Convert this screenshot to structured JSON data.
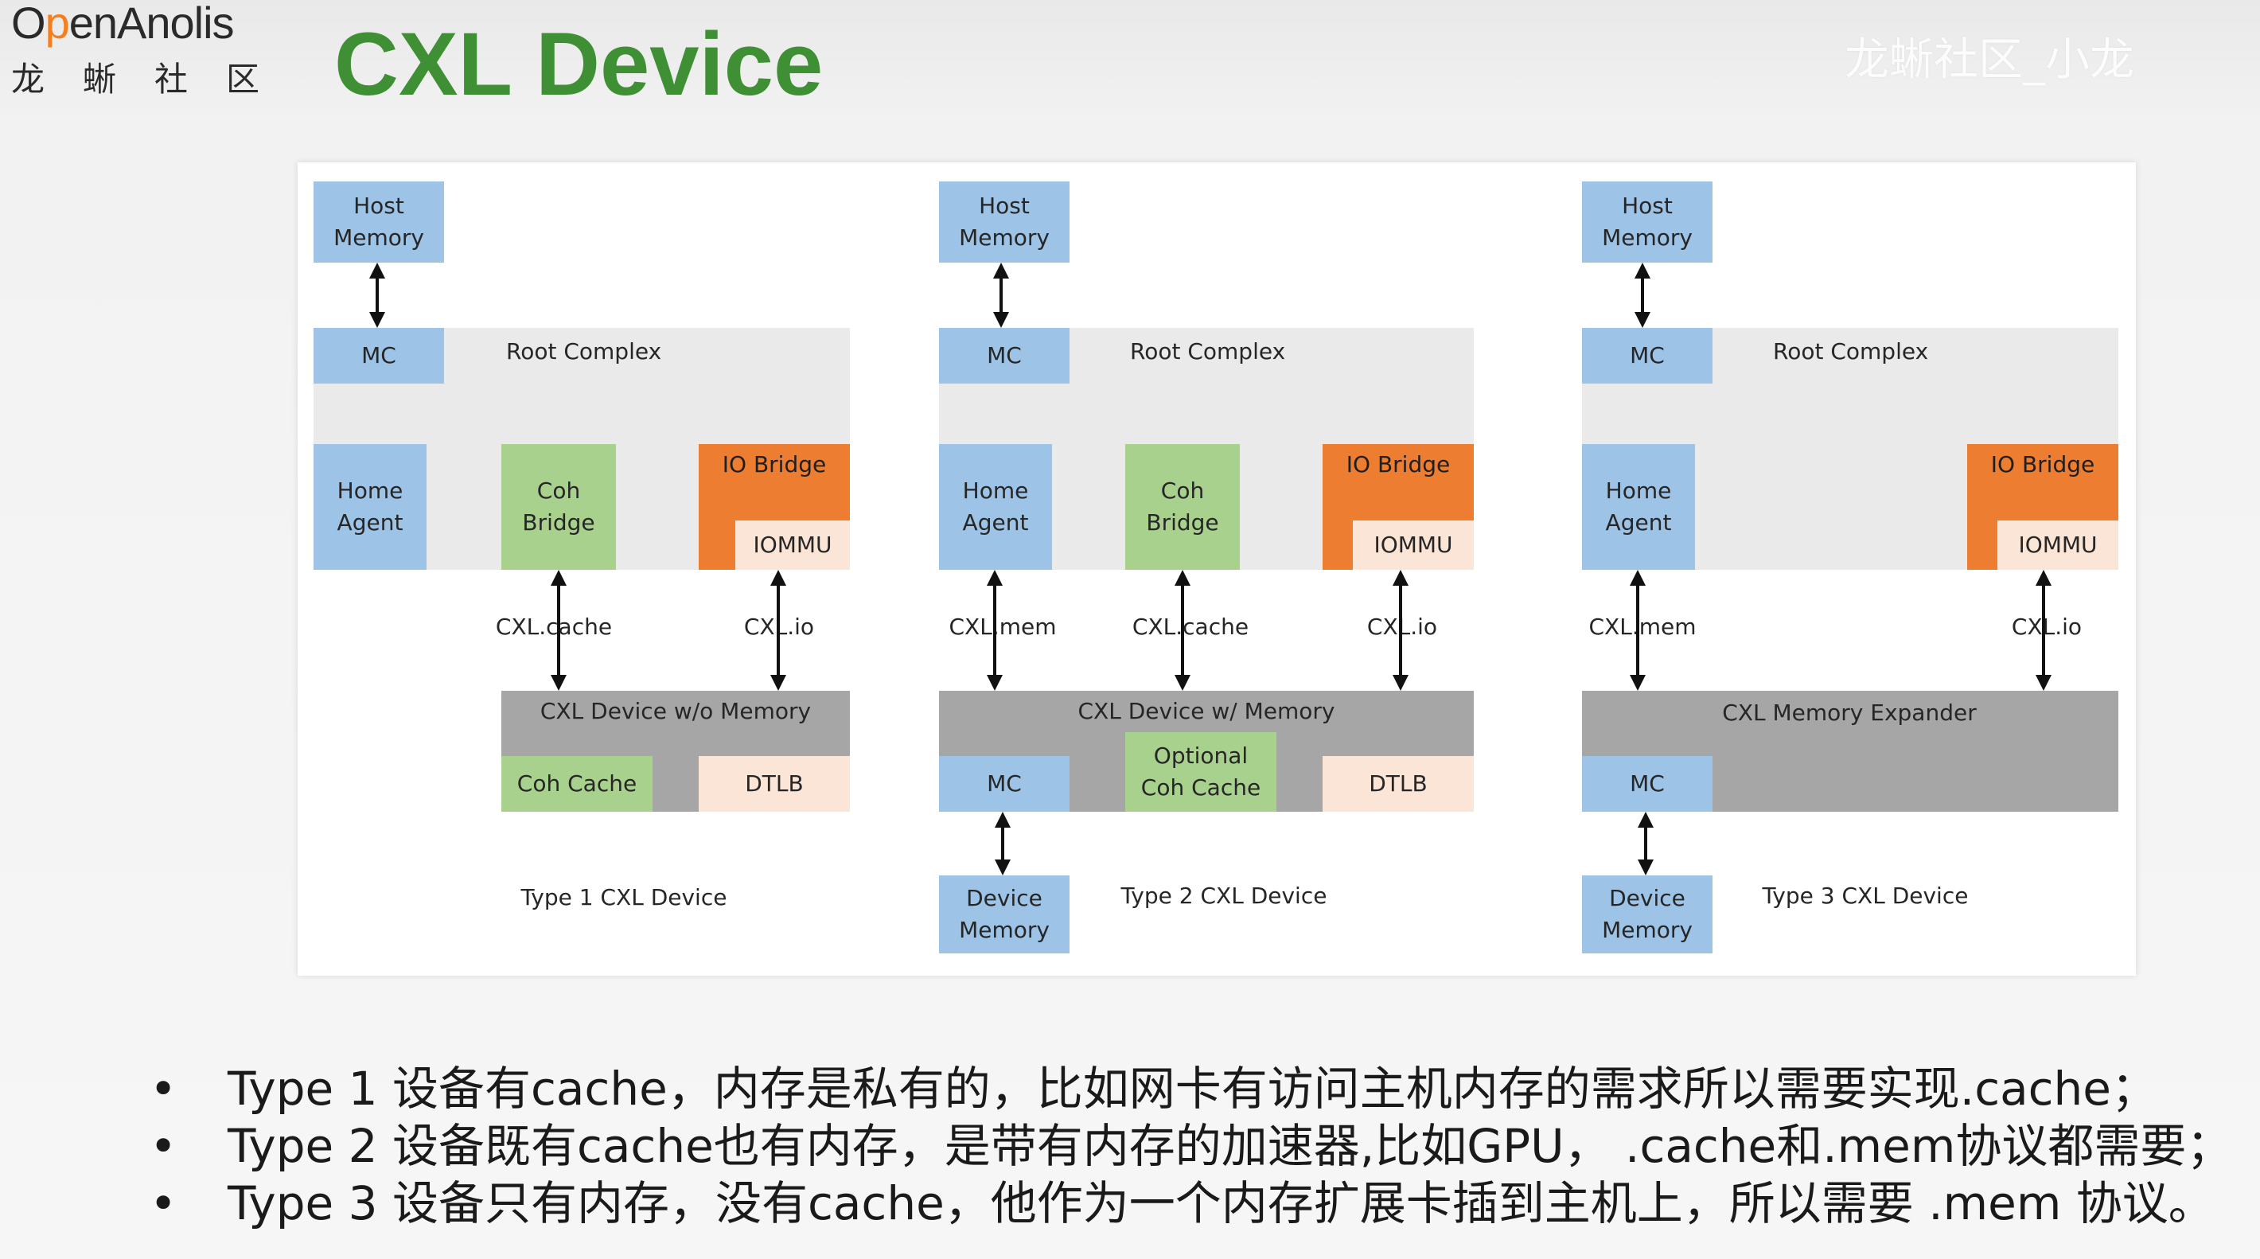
{
  "logo": {
    "en_prefix": "O",
    "en_dot": "p",
    "en_suffix": "enAnolis",
    "cn": [
      "龙",
      "蜥",
      "社",
      "区"
    ]
  },
  "title": "CXL Device",
  "watermark": "龙蜥社区_小龙",
  "diagram": {
    "panels": [
      {
        "host_memory": "Host\nMemory",
        "mc": "MC",
        "root_complex": "Root Complex",
        "home_agent": "Home\nAgent",
        "coh_bridge": "Coh\nBridge",
        "io_bridge": "IO Bridge",
        "iommu": "IOMMU",
        "links": [
          "CXL.cache",
          "CXL.io"
        ],
        "device_label": "CXL Device w/o Memory",
        "device_parts": [
          "Coh Cache",
          "DTLB"
        ],
        "caption": "Type 1 CXL Device"
      },
      {
        "host_memory": "Host\nMemory",
        "mc": "MC",
        "root_complex": "Root Complex",
        "home_agent": "Home\nAgent",
        "coh_bridge": "Coh\nBridge",
        "io_bridge": "IO Bridge",
        "iommu": "IOMMU",
        "links": [
          "CXL.mem",
          "CXL.cache",
          "CXL.io"
        ],
        "device_label": "CXL Device w/ Memory",
        "device_parts": [
          "MC",
          "Optional\nCoh Cache",
          "DTLB"
        ],
        "device_memory": "Device\nMemory",
        "caption": "Type 2 CXL Device"
      },
      {
        "host_memory": "Host\nMemory",
        "mc": "MC",
        "root_complex": "Root Complex",
        "home_agent": "Home\nAgent",
        "io_bridge": "IO Bridge",
        "iommu": "IOMMU",
        "links": [
          "CXL.mem",
          "CXL.io"
        ],
        "device_label": "CXL Memory Expander",
        "device_parts": [
          "MC"
        ],
        "device_memory": "Device\nMemory",
        "caption": "Type 3 CXL Device"
      }
    ]
  },
  "bullets": [
    {
      "marker": "•",
      "text": "Type 1 设备有cache，内存是私有的，比如网卡有访问主机内存的需求所以需要实现.cache；"
    },
    {
      "marker": "•",
      "text": "Type 2 设备既有cache也有内存，是带有内存的加速器,比如GPU， .cache和.mem协议都需要；"
    },
    {
      "marker": "•",
      "text": "Type 3 设备只有内存，没有cache，他作为一个内存扩展卡插到主机上，所以需要 .mem 协议。"
    }
  ]
}
